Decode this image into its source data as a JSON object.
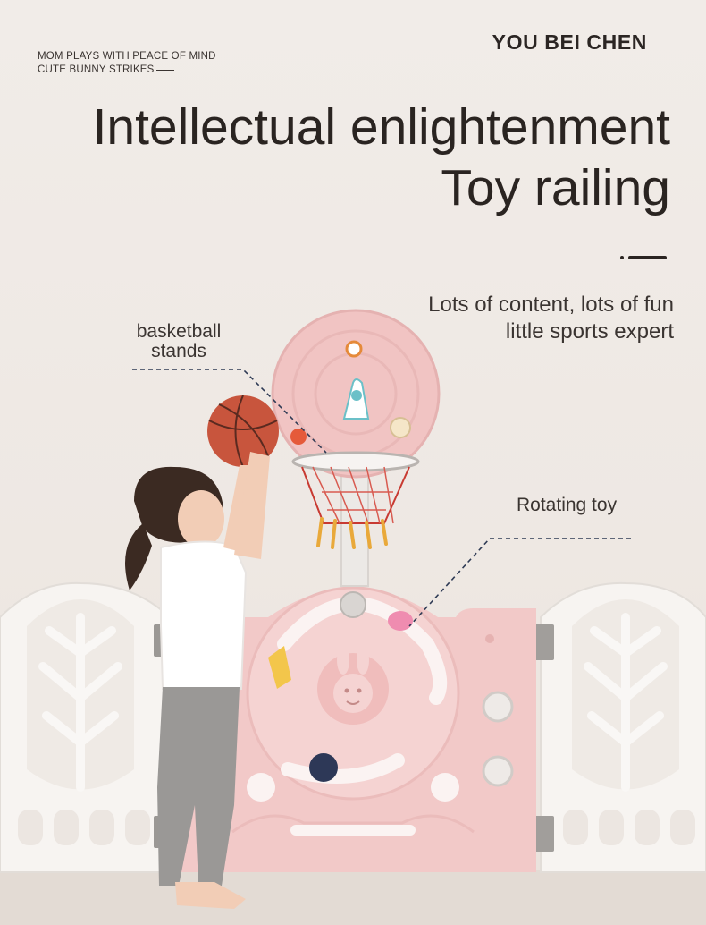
{
  "header": {
    "tagline_line1": "MOM PLAYS WITH PEACE OF MIND",
    "tagline_line2": "CUTE BUNNY STRIKES",
    "brand": "YOU BEI CHEN"
  },
  "title": {
    "line1": "Intellectual enlightenment",
    "line2": "Toy railing"
  },
  "subtitle": {
    "line1": "Lots of content, lots of fun",
    "line2": "little sports expert"
  },
  "callouts": {
    "basketball_line1": "basketball",
    "basketball_line2": "stands",
    "rotating": "Rotating toy"
  },
  "colors": {
    "background": "#efe9e4",
    "panel_pink": "#f2c9c8",
    "panel_white": "#f7f4f1",
    "text_dark": "#2a2421",
    "callout_line": "#2f3b55"
  }
}
